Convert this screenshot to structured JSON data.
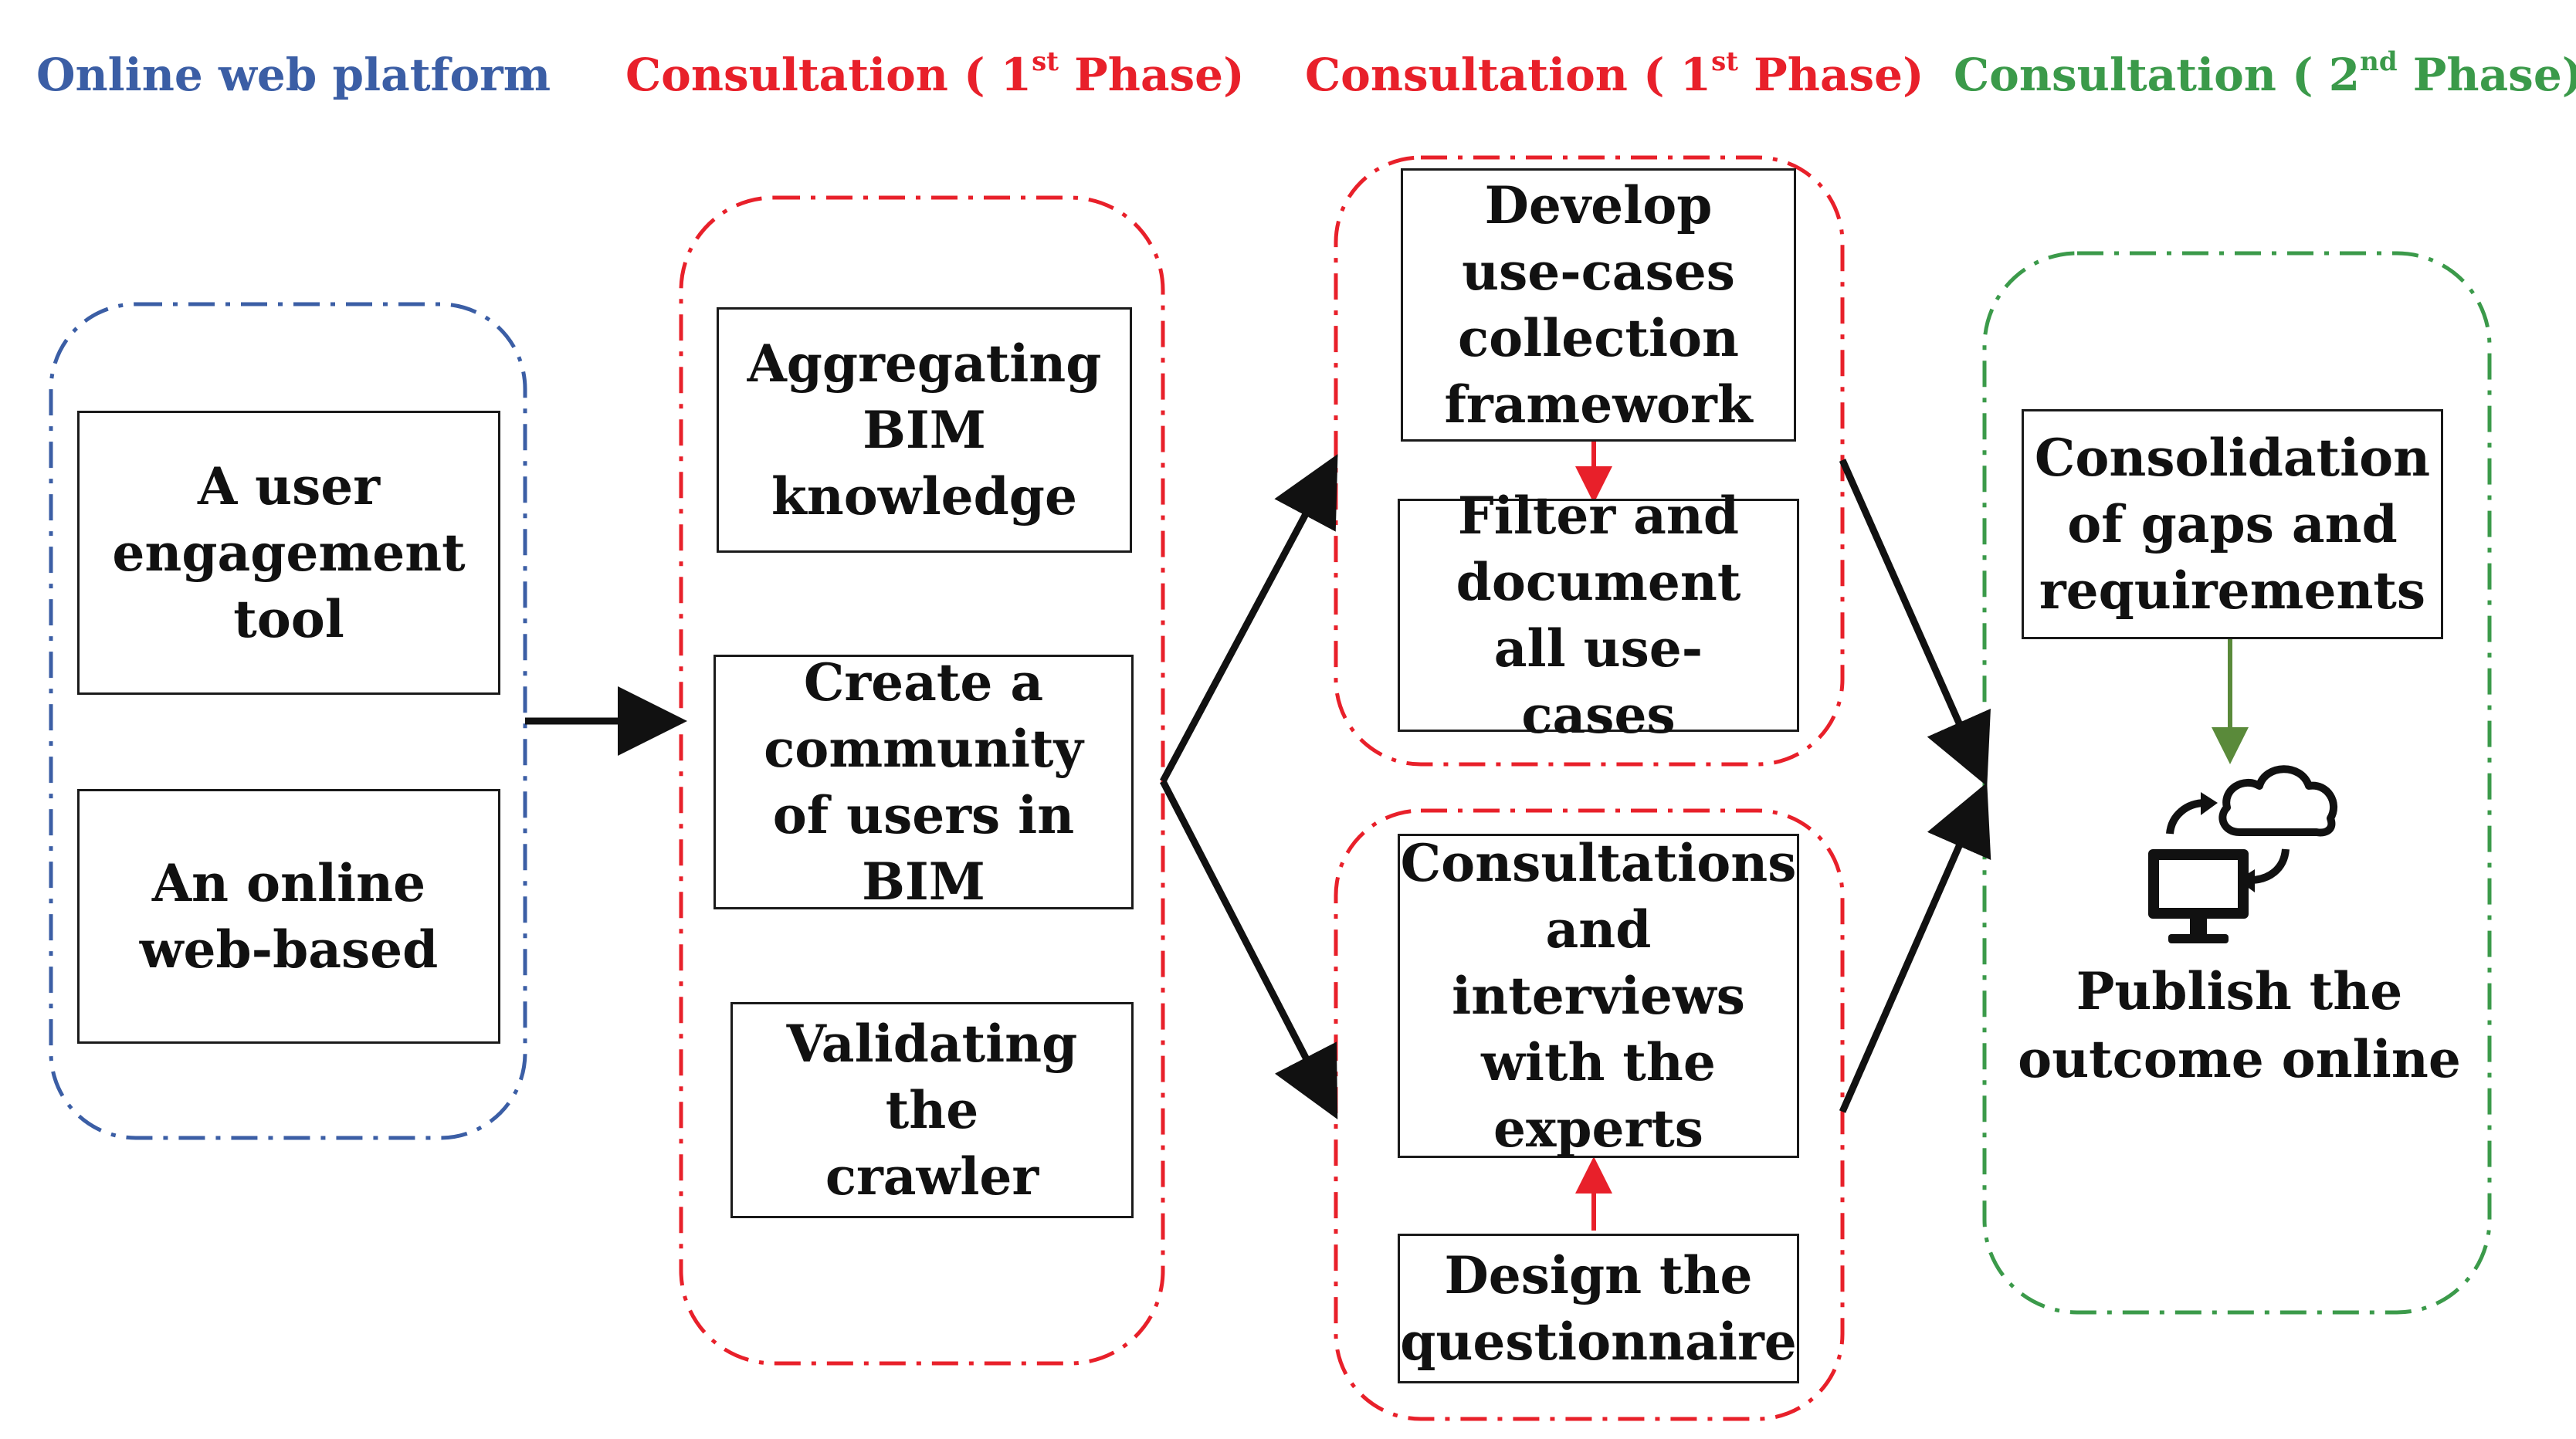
{
  "colors": {
    "blue": "#3b5ea5",
    "red": "#e8202a",
    "green": "#3b9a4a",
    "arrow": "#111111",
    "green_arrow": "#5a8a3a"
  },
  "lanes": [
    {
      "title_main": "Online web platform",
      "title_sup": "",
      "title_rest": ""
    },
    {
      "title_main": "Consultation ( 1",
      "title_sup": "st",
      "title_rest": " Phase)"
    },
    {
      "title_main": "Consultation ( 1",
      "title_sup": "st",
      "title_rest": " Phase)"
    },
    {
      "title_main": "Consultation ( 2",
      "title_sup": "nd",
      "title_rest": " Phase)"
    }
  ],
  "boxes": {
    "user_engagement": "A user engagement tool",
    "online_web": "An online web-based",
    "aggregating": "Aggregating BIM knowledge",
    "community": "Create a community of users in BIM",
    "validating": "Validating the crawler",
    "develop": "Develop use-cases collection framework",
    "filter": "Filter and document all use-cases",
    "consultations": "Consultations and interviews with the experts",
    "design": "Design the questionnaire",
    "consolidation": "Consolidation of gaps and requirements"
  },
  "publish_label": "Publish the outcome online",
  "icons": {
    "publish": "computer-cloud-sync-icon"
  }
}
